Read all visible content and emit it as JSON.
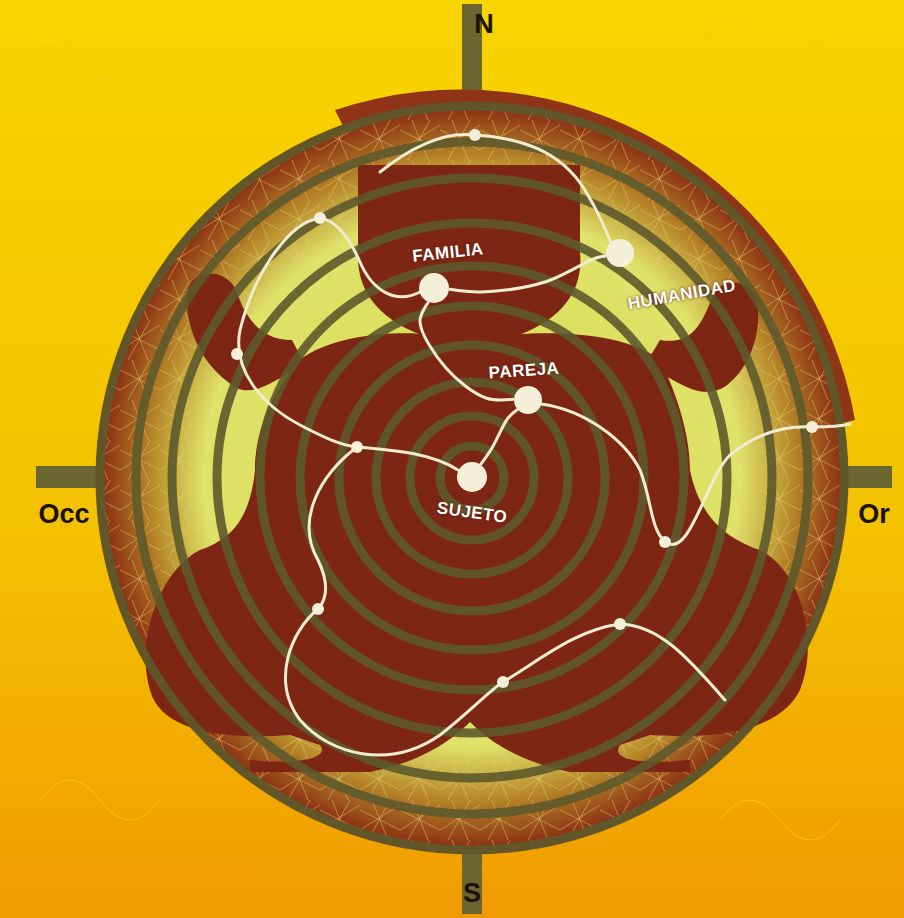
{
  "diagram": {
    "nodes": [
      {
        "text": [
          "SUJETO"
        ]
      },
      {
        "text": [
          "PAREJA"
        ]
      },
      {
        "text": [
          "FAMILIA"
        ]
      },
      {
        "text": [
          "HUMANIDAD"
        ]
      }
    ],
    "edges": [
      {
        "from": 0,
        "to": 1,
        "arrow": "none"
      },
      {
        "from": 1,
        "to": 2,
        "arrow": "none"
      },
      {
        "from": 2,
        "to": 3,
        "arrow": "none"
      }
    ],
    "labels": [
      "N",
      "S",
      "Occ",
      "Or"
    ]
  }
}
